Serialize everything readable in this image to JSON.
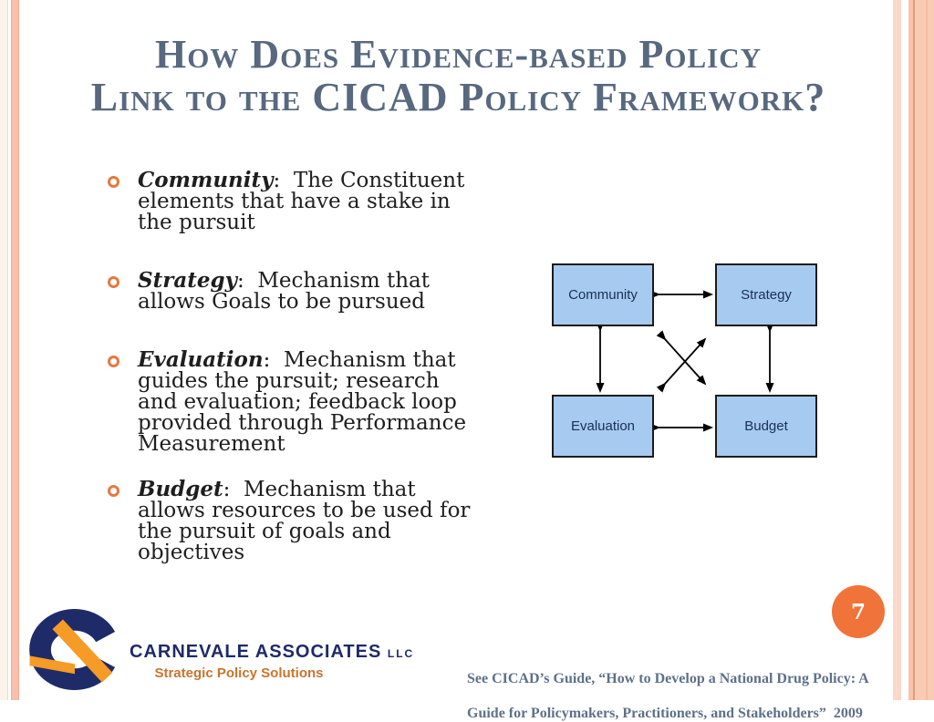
{
  "slide": {
    "title": {
      "line1": "How Does Evidence-based Policy",
      "line2": "Link to the CICAD Policy Framework?"
    },
    "bullets": [
      {
        "term": "Community",
        "desc": ":  The Constituent elements that have a stake in the pursuit"
      },
      {
        "term": "Strategy",
        "desc": ":  Mechanism that allows Goals to be pursued"
      },
      {
        "term": "Evaluation",
        "desc": ":  Mechanism that guides the pursuit; research and evaluation; feedback loop provided through Performance Measurement"
      },
      {
        "term": "Budget",
        "desc": ":  Mechanism that allows resources to be used for the pursuit of goals and objectives"
      }
    ],
    "diagram": {
      "boxes": [
        {
          "label": "Community"
        },
        {
          "label": "Strategy"
        },
        {
          "label": "Evaluation"
        },
        {
          "label": "Budget"
        }
      ],
      "connections": [
        "Community-Strategy",
        "Community-Evaluation",
        "Strategy-Budget",
        "Evaluation-Budget",
        "Community-Budget",
        "Evaluation-Strategy"
      ],
      "box_fill": "#A7CAF0",
      "box_border": "#1C1C1C",
      "arrow_color": "#000000"
    },
    "logo": {
      "company": "CARNEVALE ASSOCIATES",
      "suffix": "LLC",
      "tagline": "Strategic Policy Solutions",
      "navy": "#1F2B68",
      "orange": "#F59B26"
    },
    "footnote": {
      "line1": "See CICAD’s Guide, “How to Develop a National Drug Policy: A",
      "line2": "Guide for Policymakers, Practitioners, and Stakeholders”  2009"
    },
    "page_number": "7",
    "colors": {
      "title_text": "#57687F",
      "body_text": "#1E1E1E",
      "bullet_ring": "#E5793D",
      "footnote_text": "#5E7187",
      "page_badge": "#F0743A",
      "border_salmon": "#F9BFAB",
      "border_peach": "#FACBB3",
      "border_cream": "#FBF4EA"
    }
  }
}
